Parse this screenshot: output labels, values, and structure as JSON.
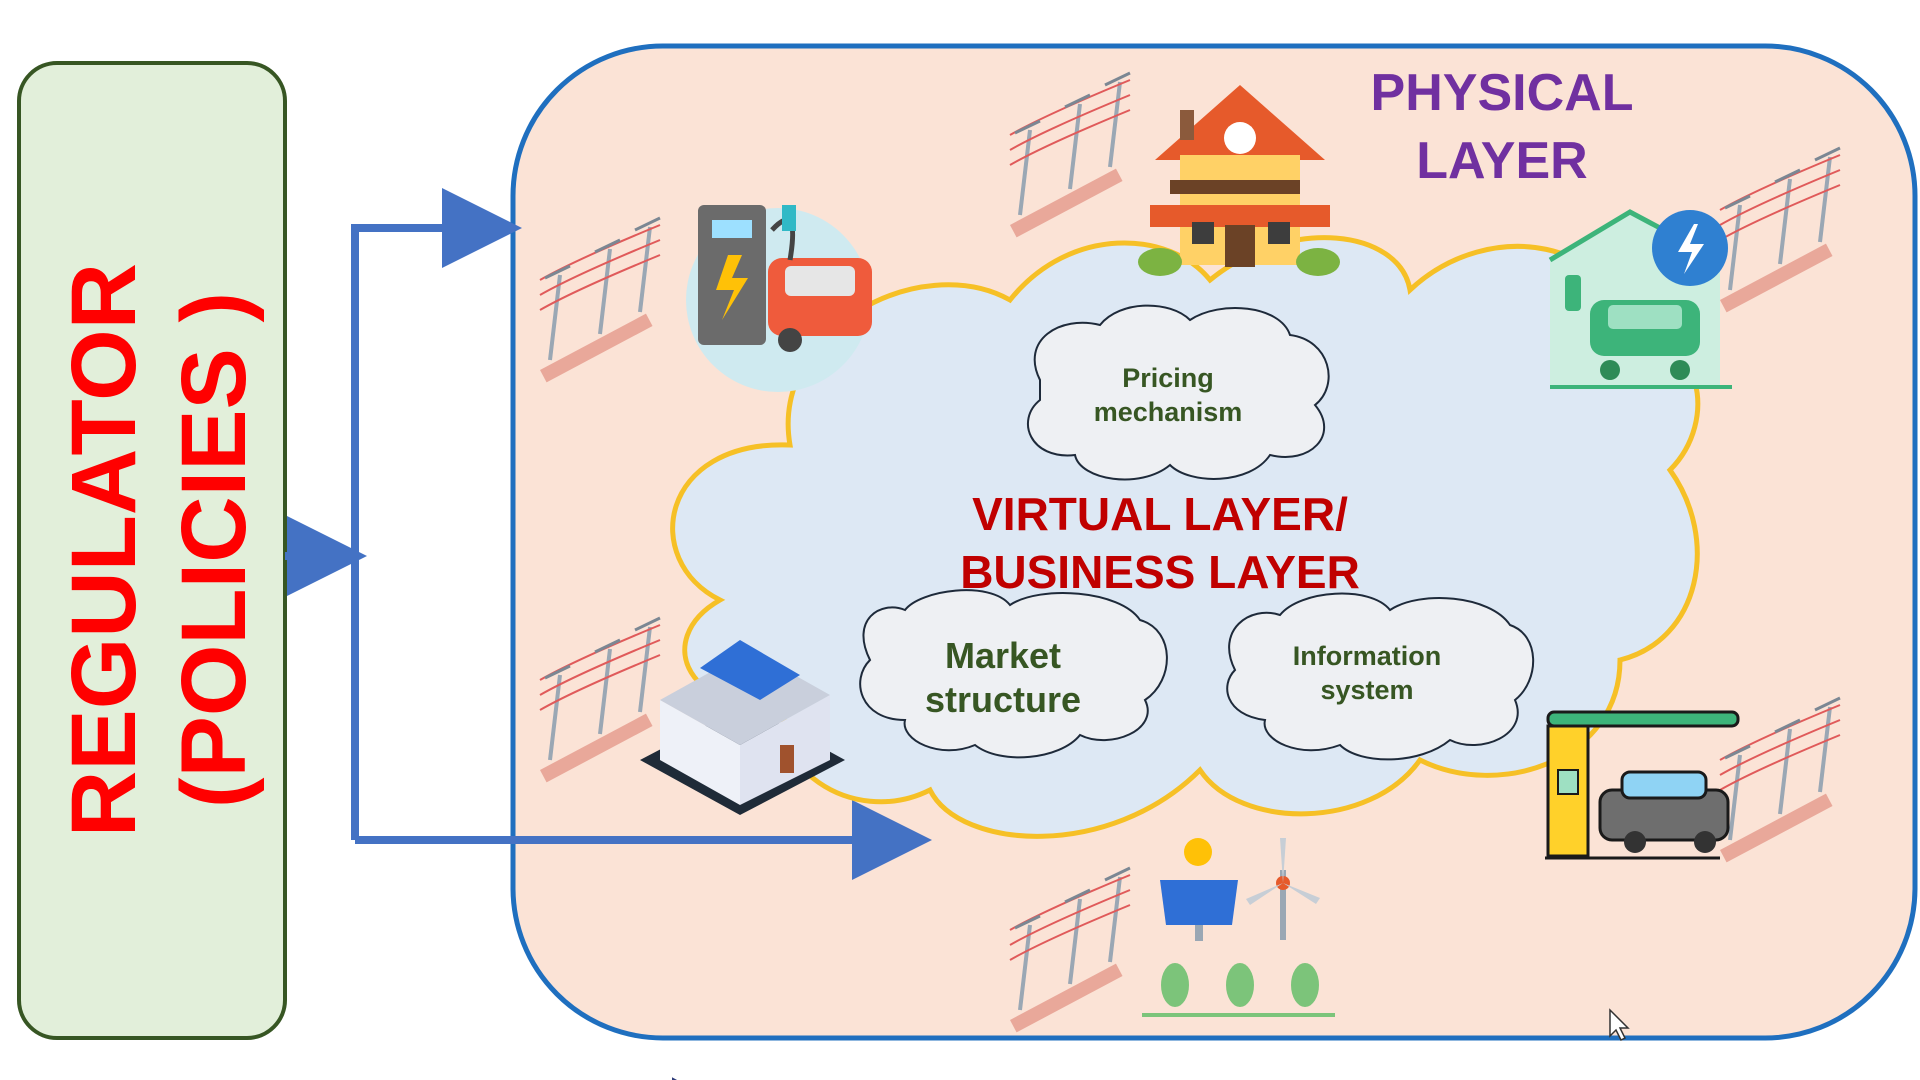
{
  "regulator": {
    "line1": "REGULATOR",
    "line2": "(POLICIES )"
  },
  "physical_layer": {
    "line1": "PHYSICAL",
    "line2": "LAYER"
  },
  "virtual_layer": {
    "line1": "VIRTUAL LAYER/",
    "line2": "BUSINESS LAYER"
  },
  "clouds": {
    "pricing": {
      "line1": "Pricing",
      "line2": "mechanism"
    },
    "market": {
      "line1": "Market",
      "line2": "structure"
    },
    "information": {
      "line1": "Information",
      "line2": "system"
    }
  },
  "icons": [
    "ev-charging-station-icon",
    "house-icon",
    "home-ev-charger-icon",
    "solar-building-icon",
    "renewable-farm-icon",
    "ev-charging-canopy-icon",
    "power-line-icon"
  ],
  "colors": {
    "regulator_fill": "#e2efda",
    "regulator_border": "#375623",
    "regulator_text": "#ff0000",
    "physical_fill": "#fbe3d6",
    "physical_border": "#1f6fbf",
    "physical_text": "#7030a0",
    "cloud_fill": "#dde8f4",
    "cloud_outline": "#f6c026",
    "virtual_text": "#c00000",
    "small_cloud_text": "#375623",
    "arrow": "#4472c4"
  }
}
